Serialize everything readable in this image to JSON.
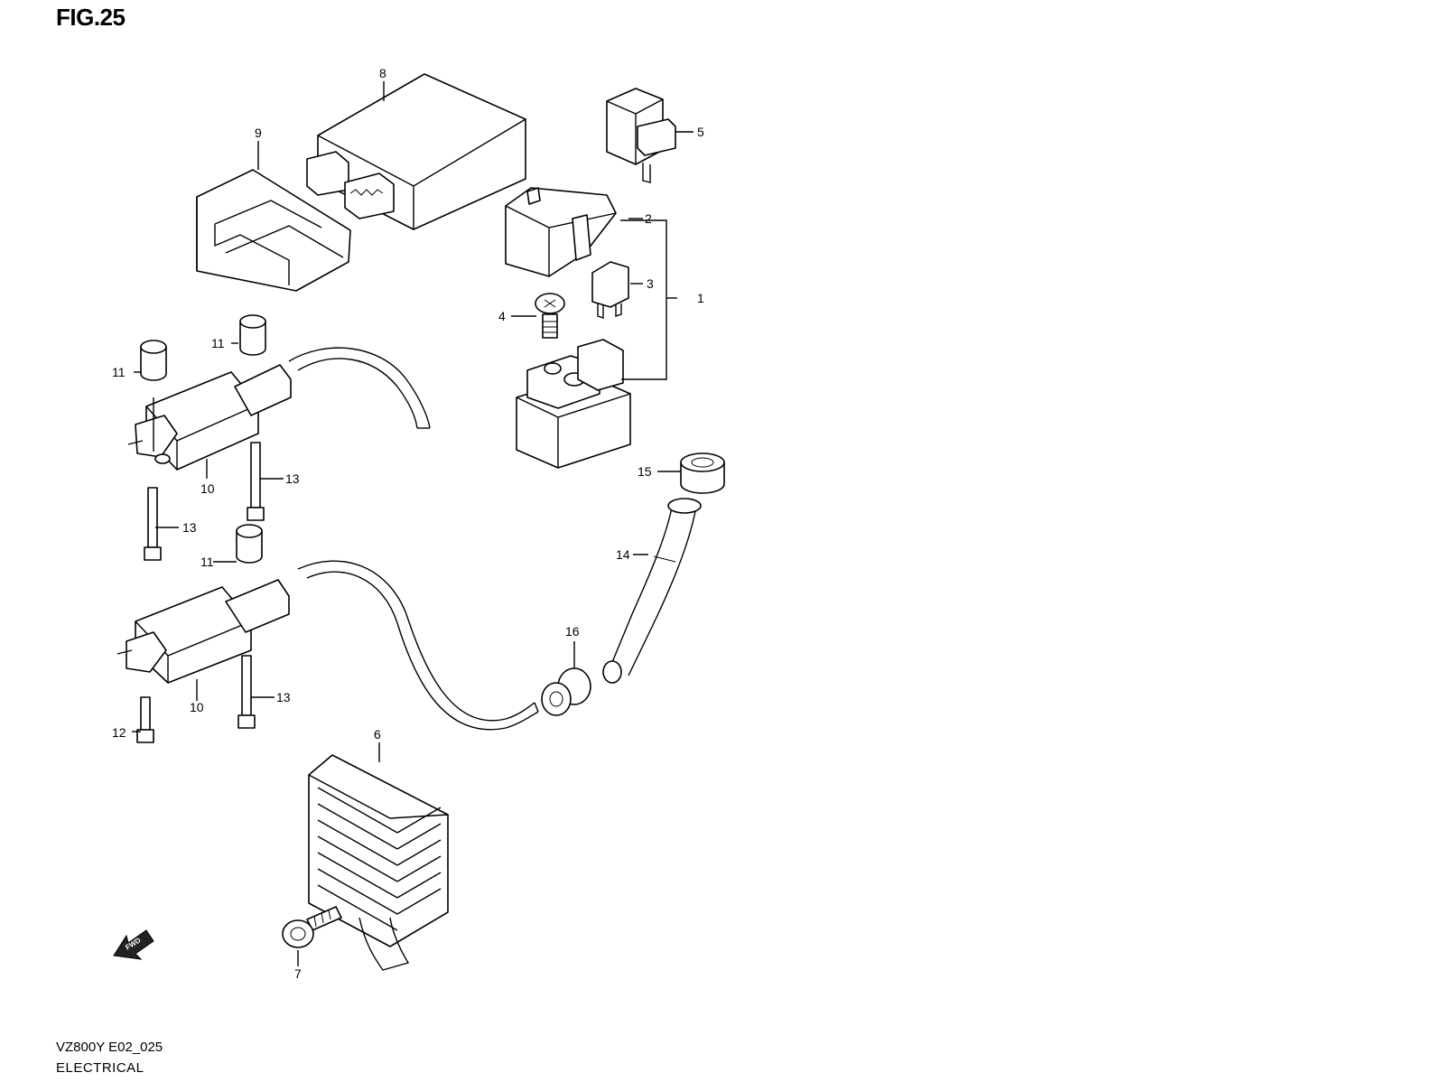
{
  "figure": {
    "title": "FIG.25",
    "code": "VZ800Y E02_025",
    "name": "ELECTRICAL",
    "fwd_label": "FWD"
  },
  "callouts": [
    "1",
    "2",
    "3",
    "4",
    "5",
    "6",
    "7",
    "8",
    "9",
    "10",
    "10",
    "11",
    "11",
    "11",
    "12",
    "13",
    "13",
    "13",
    "14",
    "15",
    "16"
  ]
}
